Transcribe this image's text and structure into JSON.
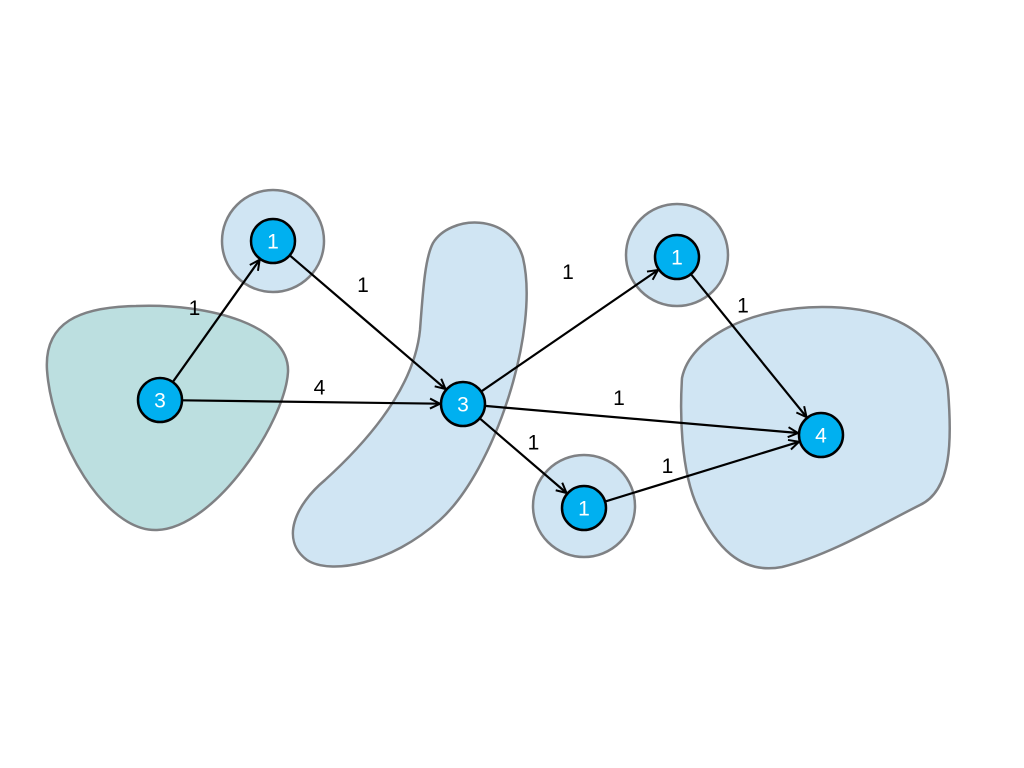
{
  "diagram": {
    "nodes": [
      {
        "id": "a",
        "label": "3"
      },
      {
        "id": "b",
        "label": "1"
      },
      {
        "id": "c",
        "label": "3"
      },
      {
        "id": "d",
        "label": "1"
      },
      {
        "id": "e",
        "label": "1"
      },
      {
        "id": "f",
        "label": "4"
      }
    ],
    "edges": [
      {
        "from": "a",
        "to": "b",
        "weight": "1"
      },
      {
        "from": "a",
        "to": "c",
        "weight": "4"
      },
      {
        "from": "b",
        "to": "c",
        "weight": "1"
      },
      {
        "from": "c",
        "to": "d",
        "weight": "1"
      },
      {
        "from": "c",
        "to": "e",
        "weight": "1"
      },
      {
        "from": "c",
        "to": "f",
        "weight": "1"
      },
      {
        "from": "d",
        "to": "f",
        "weight": "1"
      },
      {
        "from": "e",
        "to": "f",
        "weight": "1"
      }
    ],
    "colors": {
      "node_fill": "#00b0f0",
      "region_fill": "#d0e5f3",
      "region_teal_fill": "#bcdfe0",
      "region_stroke": "#7f8184"
    }
  }
}
